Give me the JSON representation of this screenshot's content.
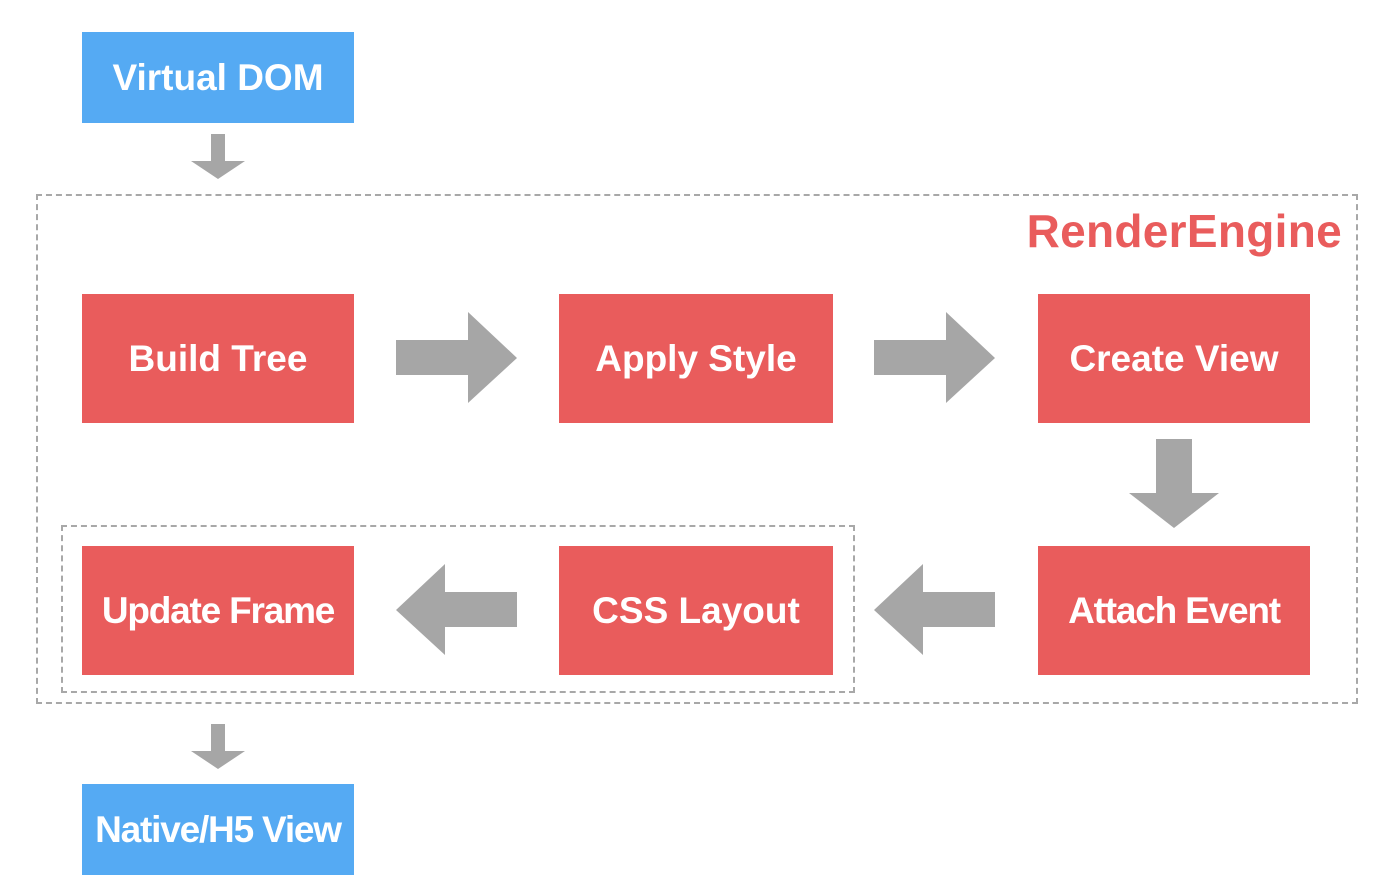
{
  "colors": {
    "io_box": "#55aaf3",
    "stage_box": "#e95c5c",
    "arrow": "#a6a6a6",
    "engine_title": "#e95c5c",
    "dashed_border": "#a8a8a8"
  },
  "input": {
    "label": "Virtual DOM"
  },
  "engine": {
    "title": "RenderEngine",
    "stages": {
      "build_tree": "Build Tree",
      "apply_style": "Apply Style",
      "create_view": "Create View",
      "attach_event": "Attach Event",
      "css_layout": "CSS Layout",
      "update_frame": "Update Frame"
    }
  },
  "output": {
    "label": "Native/H5 View"
  }
}
